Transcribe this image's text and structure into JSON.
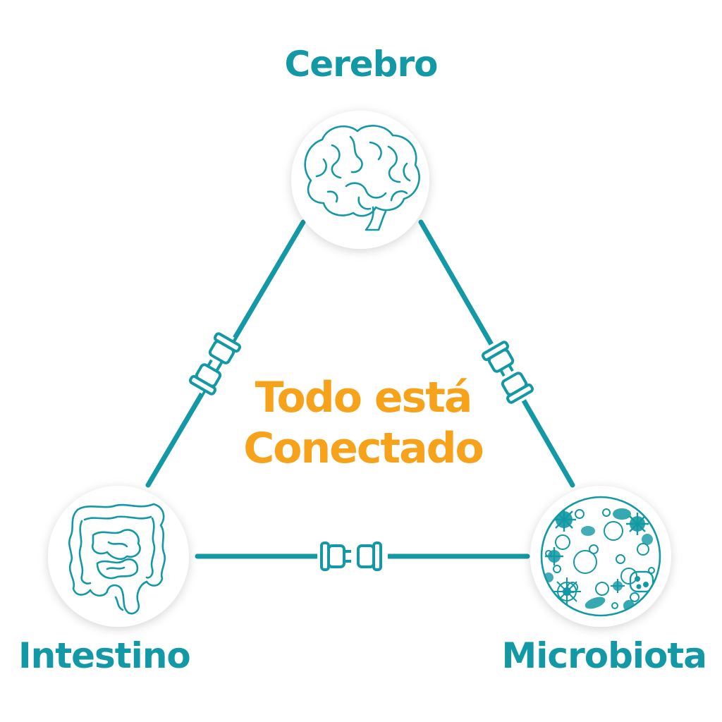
{
  "colors": {
    "teal": "#1399a5",
    "orange": "#f7a21b",
    "background": "#ffffff"
  },
  "nodes": {
    "top": {
      "label": "Cerebro",
      "icon": "brain-icon"
    },
    "left": {
      "label": "Intestino",
      "icon": "intestine-icon"
    },
    "right": {
      "label": "Microbiota",
      "icon": "bacteria-icon"
    }
  },
  "center": {
    "line1": "Todo está",
    "line2": "Conectado"
  },
  "connectors": {
    "icon": "plug-connector-icon",
    "count": 3
  }
}
